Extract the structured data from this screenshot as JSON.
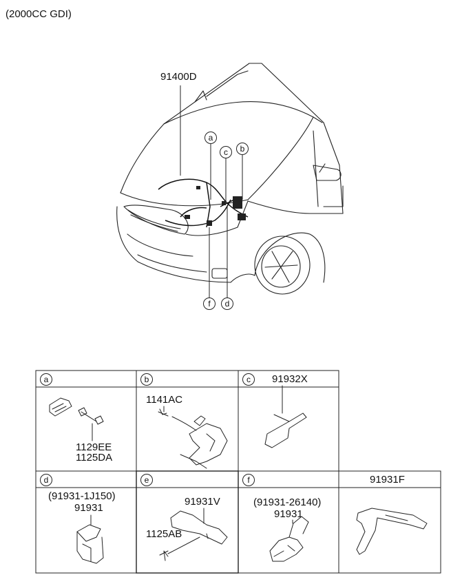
{
  "header": {
    "engine_label": "(2000CC GDI)"
  },
  "main_diagram": {
    "part_number": "91400D",
    "callouts": [
      "a",
      "b",
      "c",
      "d",
      "f"
    ]
  },
  "table": {
    "a": {
      "letter": "a",
      "parts": [
        "1129EE",
        "1125DA"
      ]
    },
    "b": {
      "letter": "b",
      "parts": [
        "1141AC"
      ]
    },
    "c": {
      "letter": "c",
      "part": "91932X"
    },
    "d": {
      "letter": "d",
      "alt": "(91931-1J150)",
      "part": "91931"
    },
    "e": {
      "letter": "e",
      "parts": [
        "91931V",
        "1125AB"
      ]
    },
    "f": {
      "letter": "f",
      "alt": "(91931-26140)",
      "part": "91931",
      "extra_part": "91931F"
    }
  },
  "colors": {
    "line": "#222222",
    "background": "#ffffff"
  }
}
